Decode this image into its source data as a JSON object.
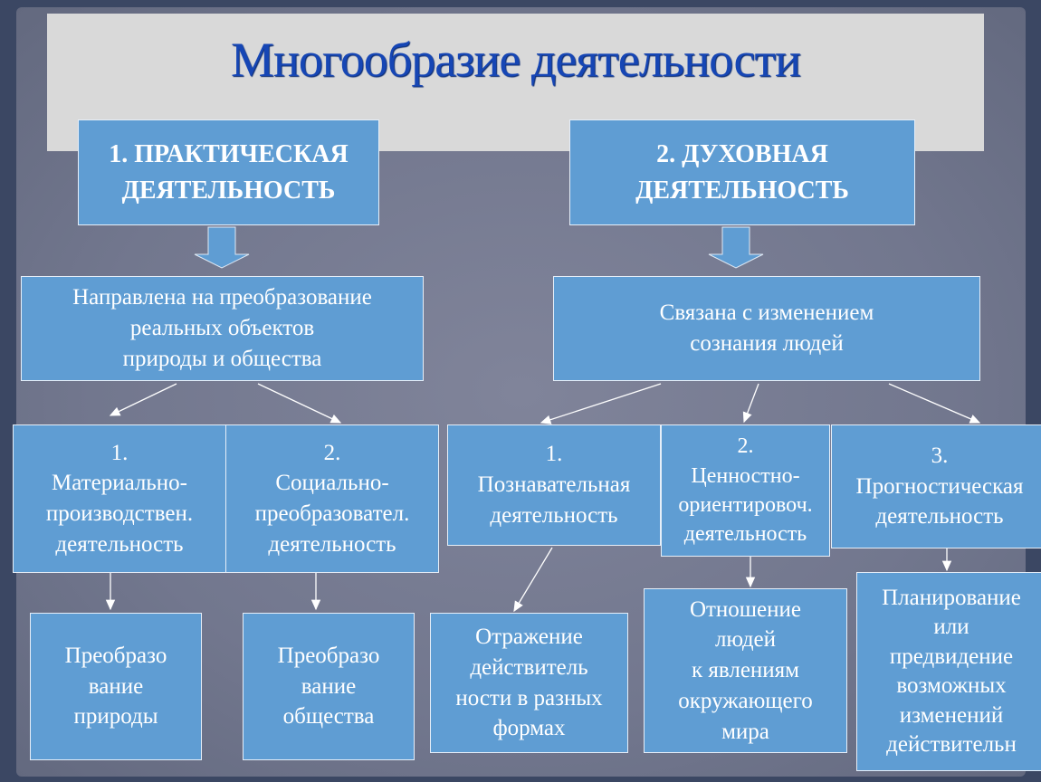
{
  "title": "Многообразие деятельности",
  "practical": {
    "label": "1.   ПРАКТИЧЕСКАЯ\nДЕЯТЕЛЬНОСТЬ",
    "description": "Направлена на преобразование\nреальных объектов\nприроды и общества",
    "types": [
      {
        "label": "1.\nМатериально-\nпроизводствен.\nдеятельность",
        "result": "Преобразо\nвание\nприроды"
      },
      {
        "label": "2.\nСоциально-\nпреобразовател.\nдеятельность",
        "result": "Преобразо\nвание\nобщества"
      }
    ]
  },
  "spiritual": {
    "label": "2. ДУХОВНАЯ\nДЕЯТЕЛЬНОСТЬ",
    "description": "Связана с изменением\nсознания людей",
    "types": [
      {
        "label": "1.\nПознавательная\nдеятельность",
        "result": "Отражение\nдействитель\nности в разных\nформах"
      },
      {
        "label": "2.\nЦенностно-\nориентировоч.\nдеятельность",
        "result": "Отношение\nлюдей\nк явлениям\nокружающего\nмира"
      },
      {
        "label": "3.\nПрогностическая\nдеятельность",
        "result": "Планирование\nили\nпредвидение\nвозможных\nизменений\nдействительн"
      }
    ]
  },
  "colors": {
    "box": "#5f9dd3",
    "title": "#1646b5",
    "panel": "#d9d9d9"
  }
}
